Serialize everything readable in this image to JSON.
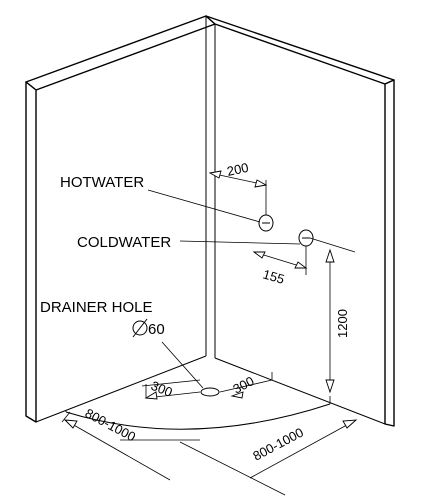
{
  "labels": {
    "hot_water": "HOTWATER",
    "cold_water": "COLDWATER",
    "drainer_hole": "DRAINER HOLE",
    "drainer_diameter": "60"
  },
  "dimensions": {
    "hot_cold_horizontal": "200",
    "cold_offset": "155",
    "pipe_height": "1200",
    "drain_left": "300",
    "drain_right": "300",
    "width_left": "800-1000",
    "width_right": "800-1000"
  }
}
